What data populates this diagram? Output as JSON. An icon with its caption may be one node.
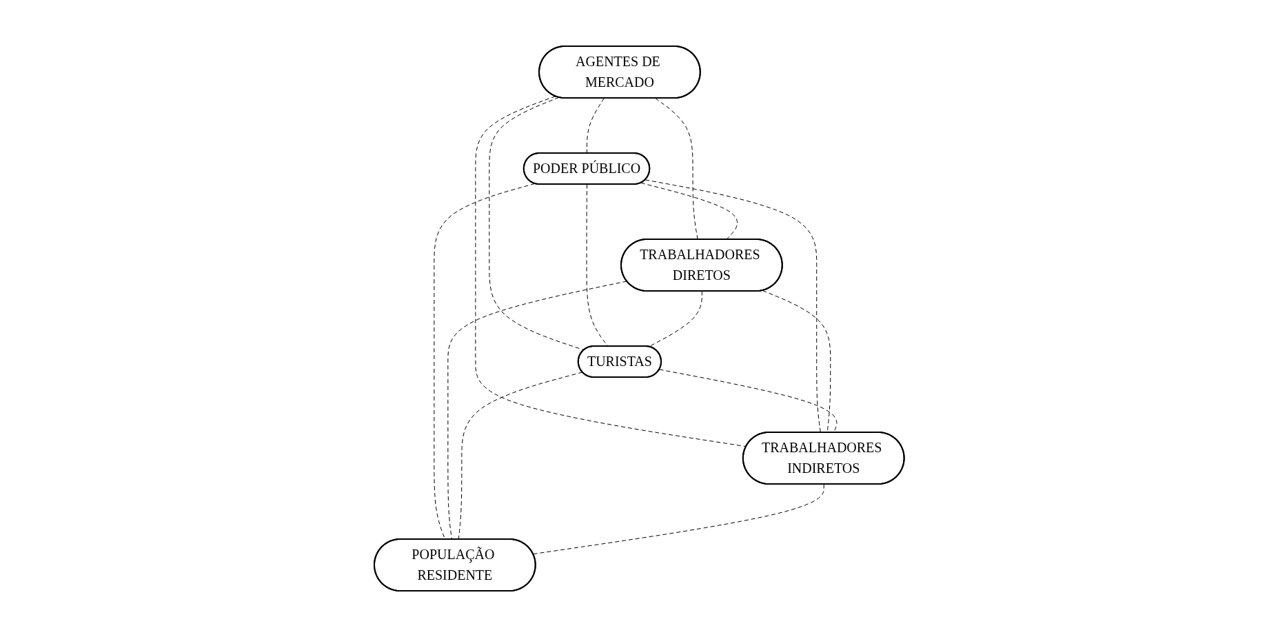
{
  "diagram": {
    "nodes": [
      {
        "text": [
          "AGENTES DE MERCADO"
        ]
      },
      {
        "text": [
          "PODER PÚBLICO"
        ]
      },
      {
        "text": [
          "TRABALHADORES DIRETOS"
        ]
      },
      {
        "text": [
          "TURISTAS"
        ]
      },
      {
        "text": [
          "POPULAÇÃO RESIDENTE"
        ]
      },
      {
        "text": [
          "TRABALHADORES INDIRETOS"
        ]
      }
    ],
    "edges": [
      {
        "from": 0,
        "to": 1,
        "arrow": "none",
        "style": "dashed"
      },
      {
        "from": 0,
        "to": 2,
        "arrow": "none",
        "style": "dashed"
      },
      {
        "from": 0,
        "to": 5,
        "arrow": "none",
        "style": "dashed"
      },
      {
        "from": 0,
        "to": 3,
        "arrow": "none",
        "style": "dashed"
      },
      {
        "from": 1,
        "to": 2,
        "arrow": "none",
        "style": "dashed"
      },
      {
        "from": 1,
        "to": 3,
        "arrow": "none",
        "style": "dashed"
      },
      {
        "from": 1,
        "to": 5,
        "arrow": "none",
        "style": "dashed"
      },
      {
        "from": 1,
        "to": 4,
        "arrow": "none",
        "style": "dashed"
      },
      {
        "from": 2,
        "to": 3,
        "arrow": "none",
        "style": "dashed"
      },
      {
        "from": 2,
        "to": 4,
        "arrow": "none",
        "style": "dashed"
      },
      {
        "from": 2,
        "to": 5,
        "arrow": "none",
        "style": "dashed"
      },
      {
        "from": 3,
        "to": 5,
        "arrow": "none",
        "style": "dashed"
      },
      {
        "from": 3,
        "to": 4,
        "arrow": "none",
        "style": "dashed"
      },
      {
        "from": 5,
        "to": 4,
        "arrow": "none",
        "style": "dashed"
      }
    ]
  }
}
